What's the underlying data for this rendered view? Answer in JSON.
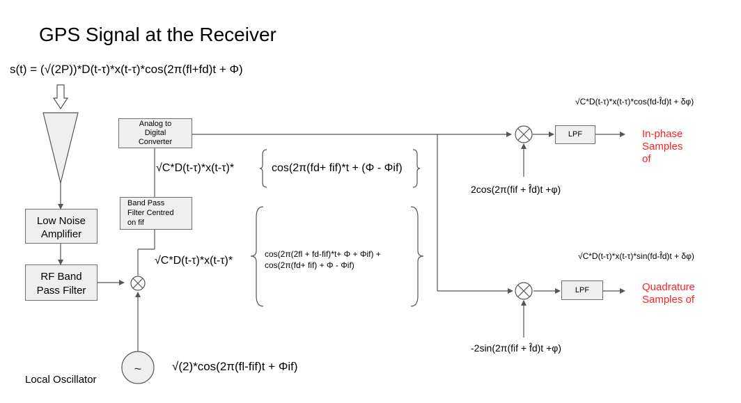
{
  "title": "GPS Signal at the Receiver",
  "signal_equation": "s(t) = (√(2P))*D(t-τ)*x(t-τ)*cos(2π(fl+fd)t + Φ)",
  "blocks": {
    "lna_line1": "Low Noise",
    "lna_line2": "Amplifier",
    "rf_line1": "RF Band",
    "rf_line2": "Pass Filter",
    "bpf_line1": "Band Pass",
    "bpf_line2": "Filter Centred",
    "bpf_line3": "on fif",
    "adc_line1": "Analog to",
    "adc_line2": "Digital",
    "adc_line3": "Converter",
    "lpf_top": "LPF",
    "lpf_bottom": "LPF"
  },
  "oscillator": {
    "label": "Local Oscillator",
    "symbol": "~",
    "equation": "√(2)*cos(2π(fl-fif)t + Φif)"
  },
  "equations": {
    "if_prefix": "√C*D(t-τ)*x(t-τ)*",
    "if_term": "cos(2π(fd+ fif)*t + (Φ - Φif)",
    "mix_prefix": "√C*D(t-τ)*x(t-τ)*",
    "mix_term1": "cos(2π(2fl + fd-fif)*t+ Φ + Φif) +",
    "mix_term2": "cos(2π(fd+ fif) + Φ - Φif)",
    "i_ref": "2cos(2π(fif + f̂d)t +φ)",
    "q_ref": "-2sin(2π(fif + f̂d)t +φ)",
    "i_out": "√C*D(t-τ)*x(t-τ)*cos(fd-f̂d)t + δφ)",
    "q_out": "√C*D(t-τ)*x(t-τ)*sin(fd-f̂d)t + δφ)"
  },
  "outputs": {
    "inphase_line1": "In-phase",
    "inphase_line2": "Samples",
    "inphase_line3": "of",
    "quad_line1": "Quadrature",
    "quad_line2": "Samples of"
  },
  "colors": {
    "output_label": "#ff2020",
    "block_fill": "#efefef",
    "line": "#555555"
  }
}
